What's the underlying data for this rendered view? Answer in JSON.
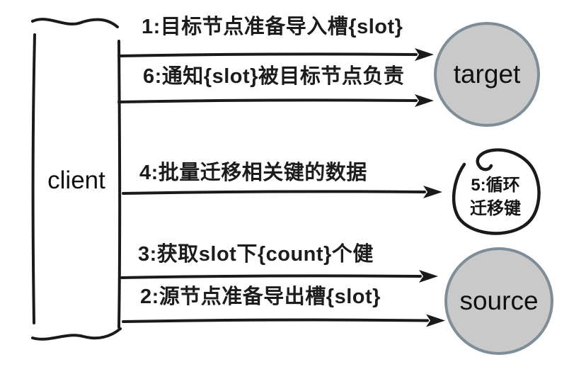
{
  "diagram": {
    "client": {
      "label": "client"
    },
    "nodes": {
      "target": {
        "label": "target"
      },
      "source": {
        "label": "source"
      }
    },
    "loop_note": {
      "line1": "5:循环",
      "line2": "迁移键"
    },
    "messages": [
      {
        "step": 1,
        "text": "1:目标节点准备导入槽{slot}",
        "from": "client",
        "to": "target"
      },
      {
        "step": 6,
        "text": "6:通知{slot}被目标节点负责",
        "from": "client",
        "to": "target"
      },
      {
        "step": 4,
        "text": "4:批量迁移相关键的数据",
        "from": "client",
        "to": "loop-note"
      },
      {
        "step": 3,
        "text": "3:获取slot下{count}个健",
        "from": "client",
        "to": "source"
      },
      {
        "step": 2,
        "text": "2:源节点准备导出槽{slot}",
        "from": "client",
        "to": "source"
      }
    ],
    "colors": {
      "background": "#ffffff",
      "stroke": "#1a1a1a",
      "node_fill": "#c9c9c9",
      "node_border": "#7e8e98",
      "text": "#1c1c1c"
    }
  }
}
